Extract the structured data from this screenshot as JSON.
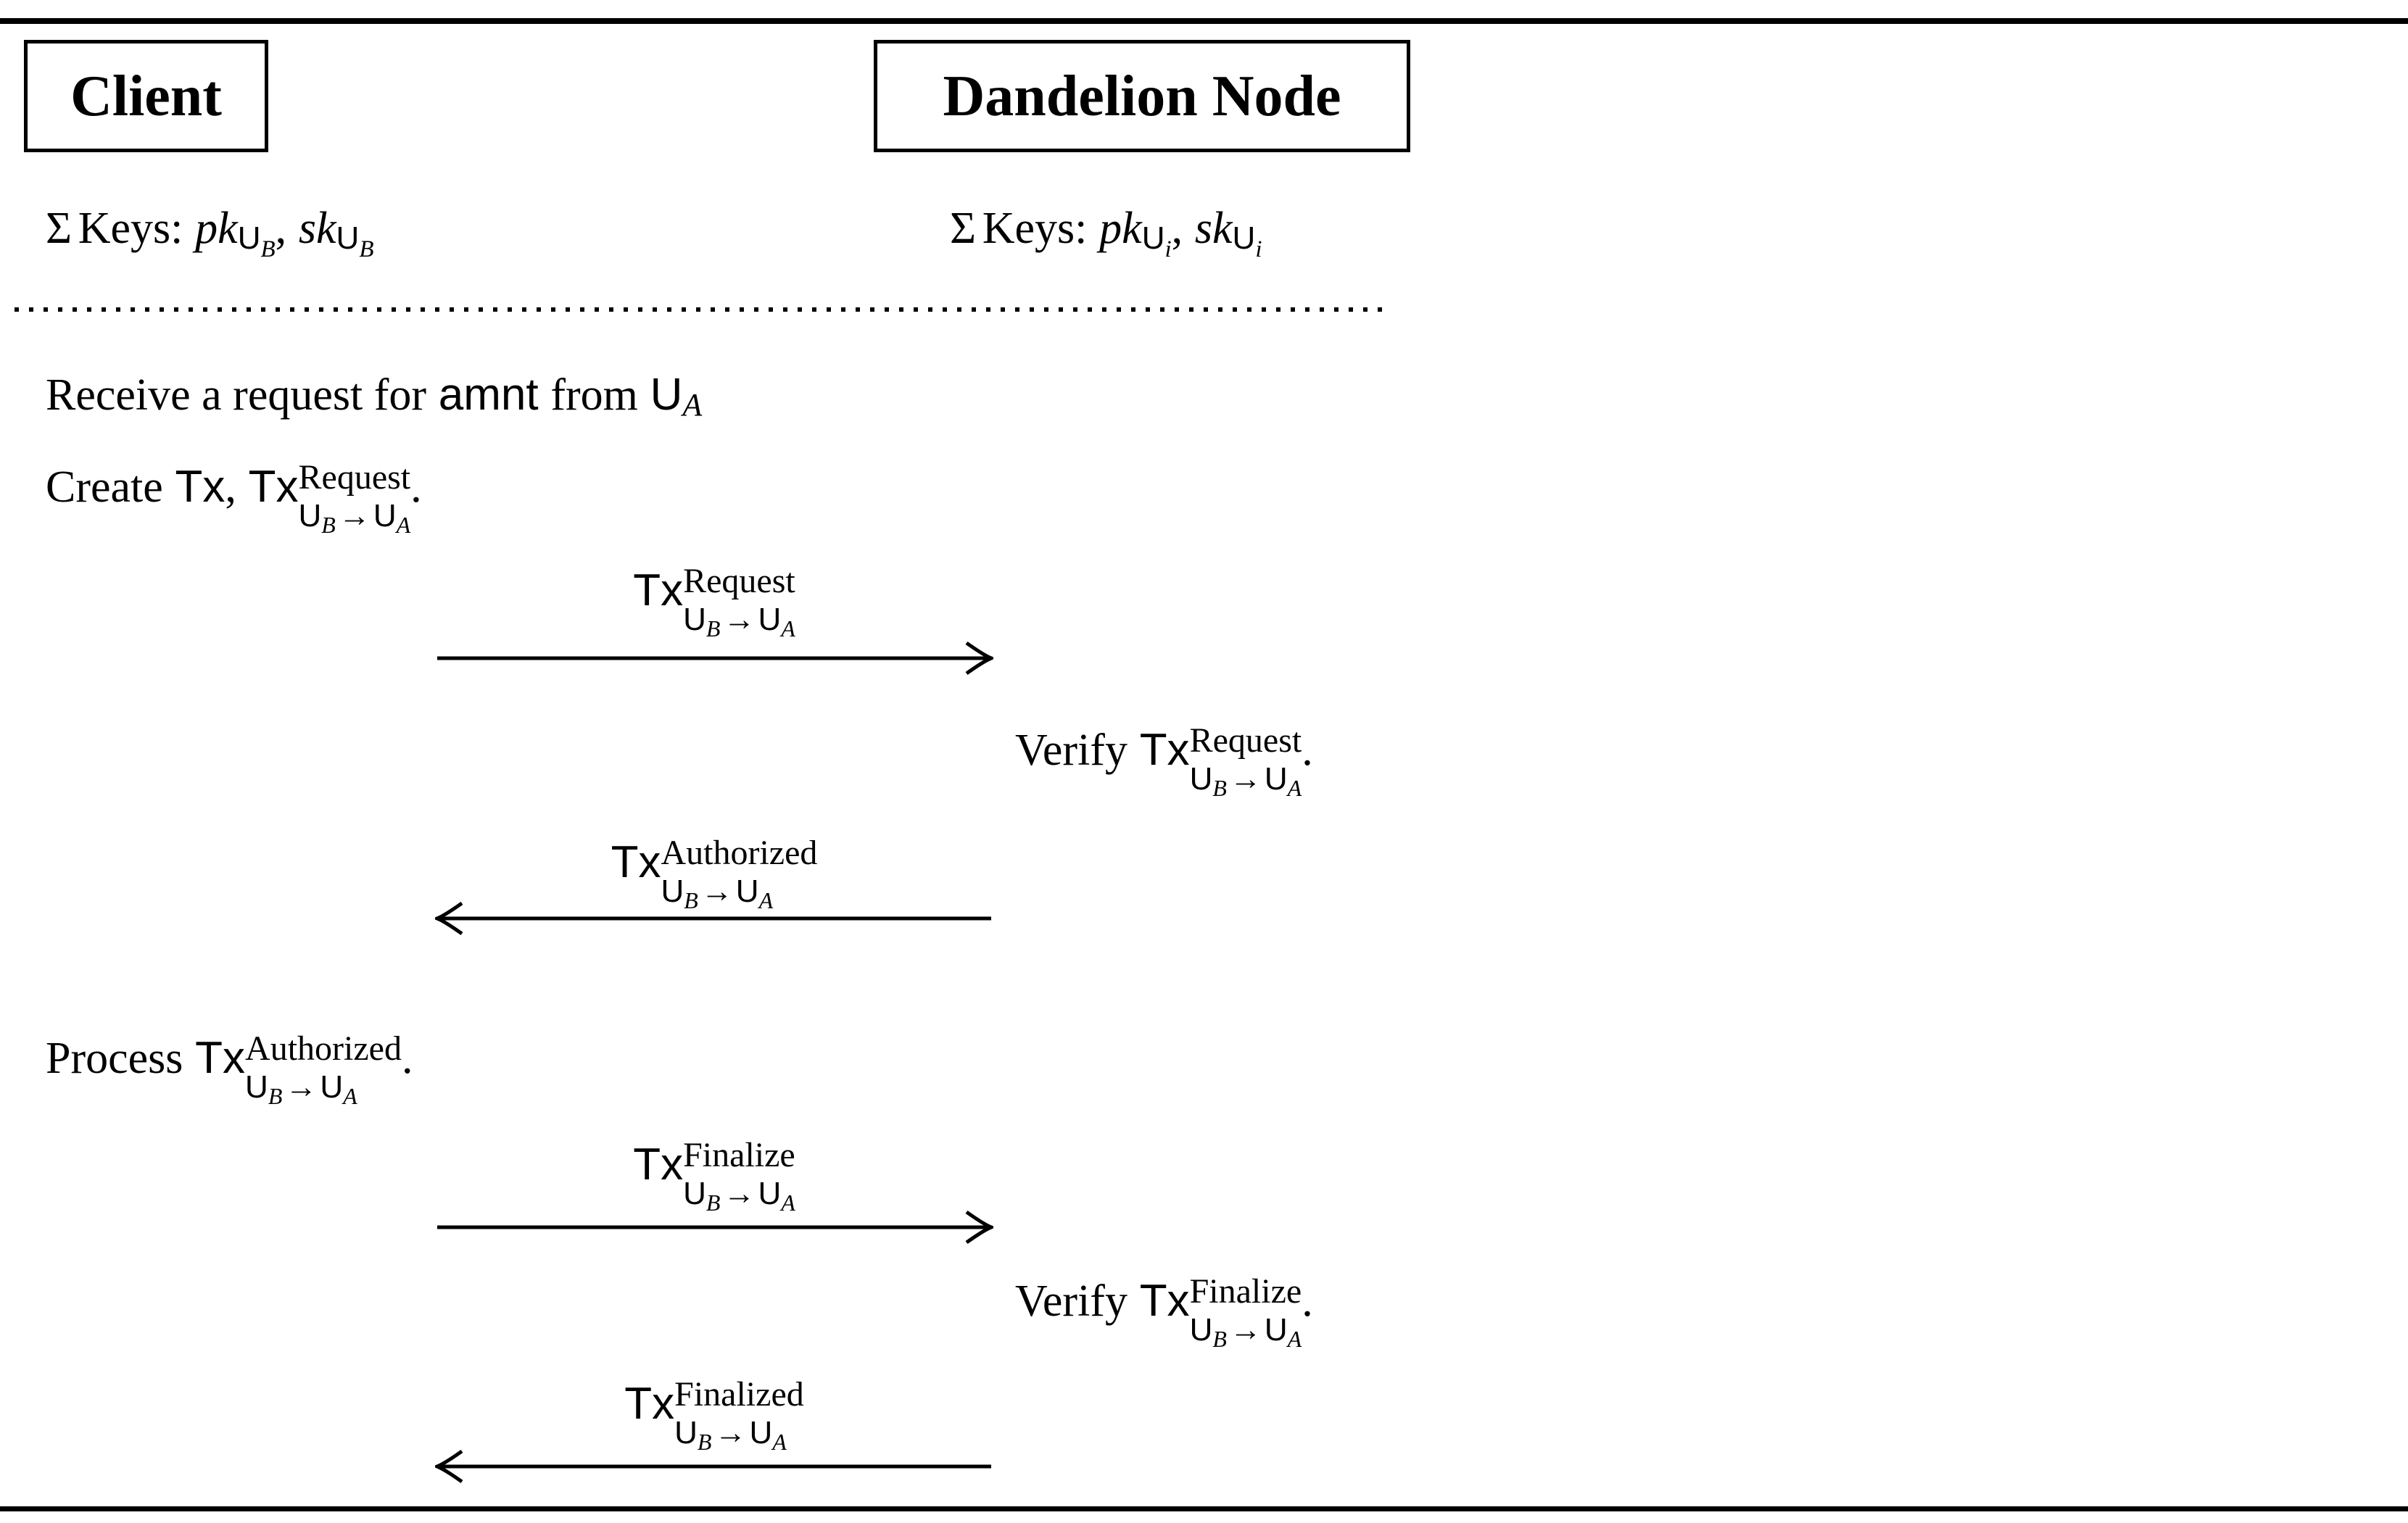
{
  "colors": {
    "ink": "#000000",
    "paper": "#ffffff"
  },
  "participants": {
    "client": {
      "title": "Client"
    },
    "node": {
      "title": "Dandelion Node"
    }
  },
  "keys": {
    "sigma": "Σ",
    "label": "Keys:",
    "client": {
      "pk": "pk",
      "comma": ",",
      "sk": "sk",
      "owner": "U",
      "owner_sub": "B"
    },
    "node": {
      "pk": "pk",
      "comma": ",",
      "sk": "sk",
      "owner": "U",
      "owner_sub": "i"
    }
  },
  "tx_route": {
    "from": "U",
    "from_sub": "B",
    "arrow": "→",
    "to": "U",
    "to_sub": "A"
  },
  "notes": {
    "receive": {
      "text_before": "Receive a request for",
      "amount": "amnt",
      "text_mid": "from",
      "user": "U",
      "user_sub": "A"
    },
    "create": {
      "verb": "Create",
      "tx_plain": "Tx",
      "comma": ",",
      "tx": {
        "main": "Tx",
        "sup": "Request"
      },
      "period": "."
    },
    "verify_request": {
      "verb": "Verify",
      "tx": {
        "main": "Tx",
        "sup": "Request"
      },
      "period": "."
    },
    "process": {
      "verb": "Process",
      "tx": {
        "main": "Tx",
        "sup": "Authorized"
      },
      "period": "."
    },
    "verify_finalize": {
      "verb": "Verify",
      "tx": {
        "main": "Tx",
        "sup": "Finalize"
      },
      "period": "."
    }
  },
  "messages": [
    {
      "tx": {
        "main": "Tx",
        "sup": "Request"
      },
      "direction": "right"
    },
    {
      "tx": {
        "main": "Tx",
        "sup": "Authorized"
      },
      "direction": "left"
    },
    {
      "tx": {
        "main": "Tx",
        "sup": "Finalize"
      },
      "direction": "right"
    },
    {
      "tx": {
        "main": "Tx",
        "sup": "Finalized"
      },
      "direction": "left"
    }
  ]
}
